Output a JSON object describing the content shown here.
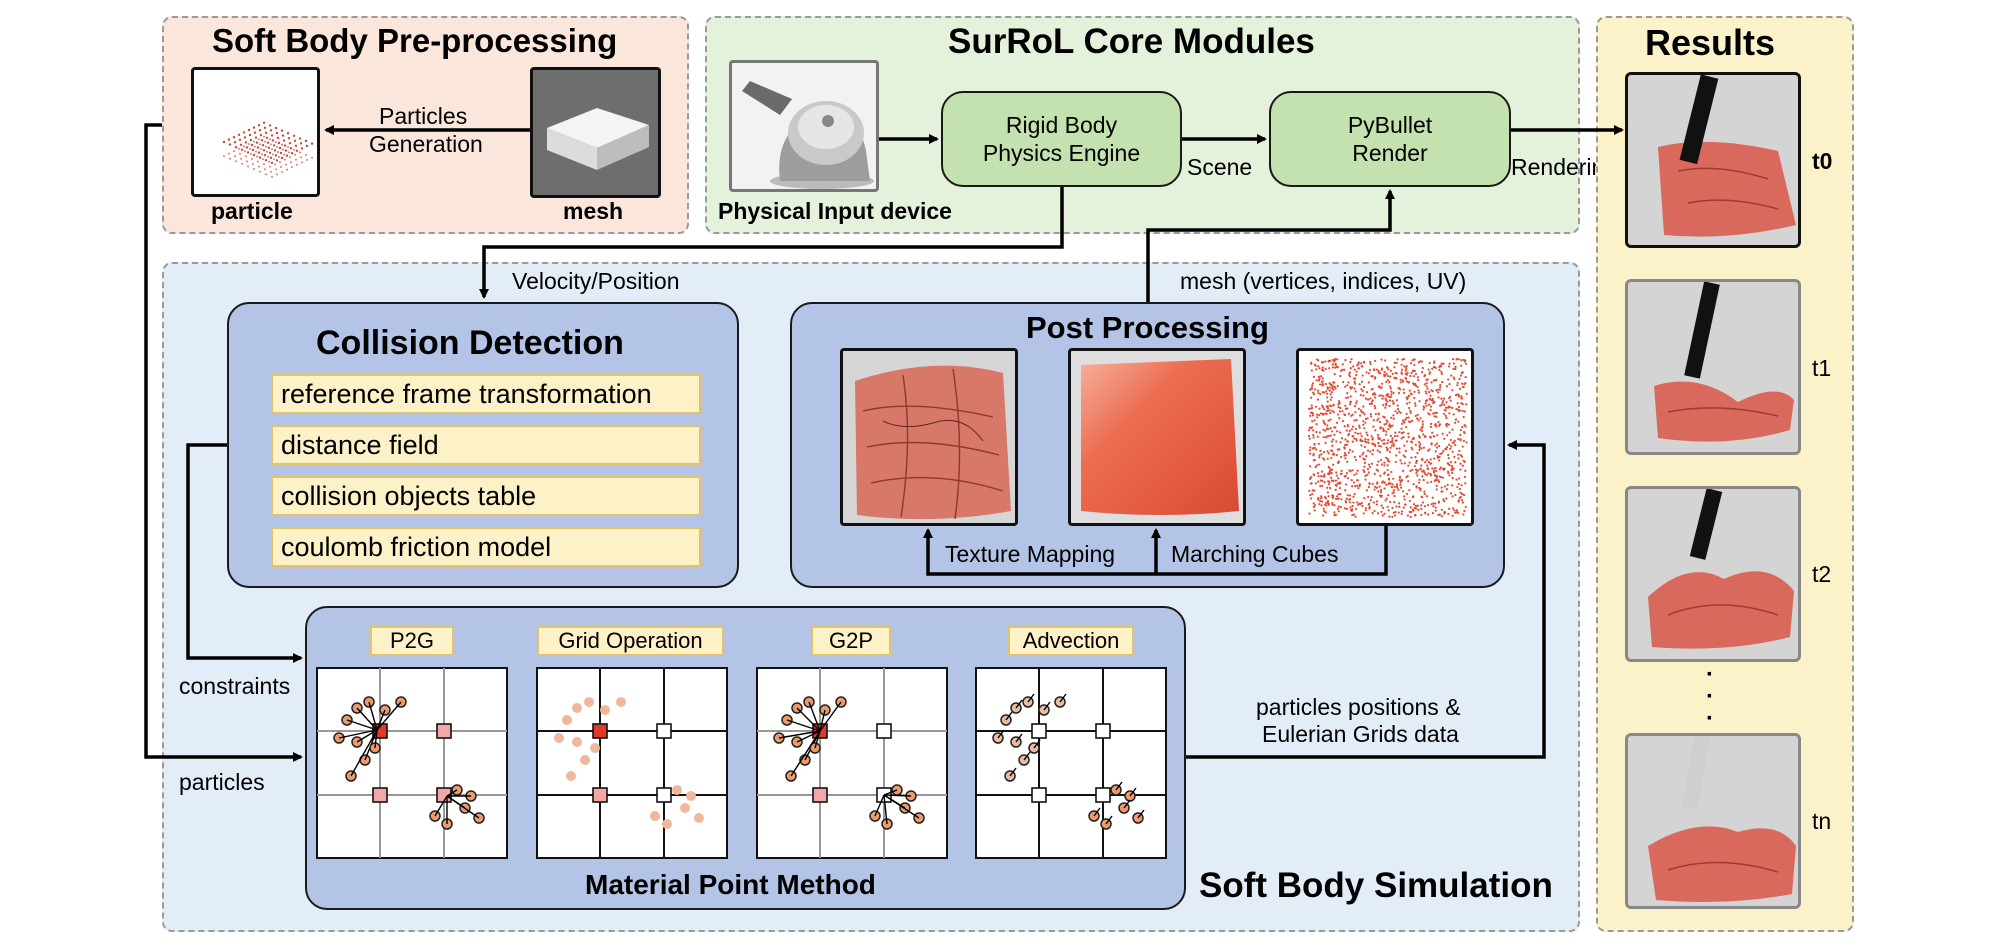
{
  "preprocessing": {
    "title": "Soft Body Pre-processing",
    "arrow_label_line1": "Particles",
    "arrow_label_line2": "Generation",
    "particle_label": "particle",
    "mesh_label": "mesh"
  },
  "core": {
    "title": "SurRoL Core Modules",
    "input_device_label": "Physical Input device",
    "rigid_line1": "Rigid Body",
    "rigid_line2": "Physics Engine",
    "scene_label": "Scene",
    "render_line1": "PyBullet",
    "render_line2": "Render",
    "rendering_label": "Rendering"
  },
  "results": {
    "title": "Results",
    "frames": [
      "t0",
      "t1",
      "t2",
      "tn"
    ],
    "ellipsis": "·\n·\n·"
  },
  "simulation": {
    "title": "Soft Body Simulation",
    "velocity_label": "Velocity/Position",
    "mesh_label": "mesh (vertices, indices, UV)",
    "constraints_label": "constraints",
    "particles_label": "particles",
    "positions_line1": "particles positions &",
    "positions_line2": "Eulerian Grids data"
  },
  "collision": {
    "title": "Collision Detection",
    "items": [
      "reference frame transformation",
      "distance field",
      "collision objects table",
      "coulomb friction model"
    ]
  },
  "post": {
    "title": "Post Processing",
    "texture_label": "Texture Mapping",
    "marching_label": "Marching Cubes"
  },
  "mpm": {
    "title": "Material Point Method",
    "steps": [
      "P2G",
      "Grid Operation",
      "G2P",
      "Advection"
    ]
  },
  "colors": {
    "preprocessing_bg": "#fbe6dc",
    "core_bg": "#e4f2dc",
    "results_bg": "#fcf2c9",
    "simulation_bg": "#e3edf8",
    "module_bg": "#b3c4e6",
    "node_green": "#c4e2b0",
    "item_bg": "#fdf1c8",
    "tissue": "#d9695c"
  }
}
